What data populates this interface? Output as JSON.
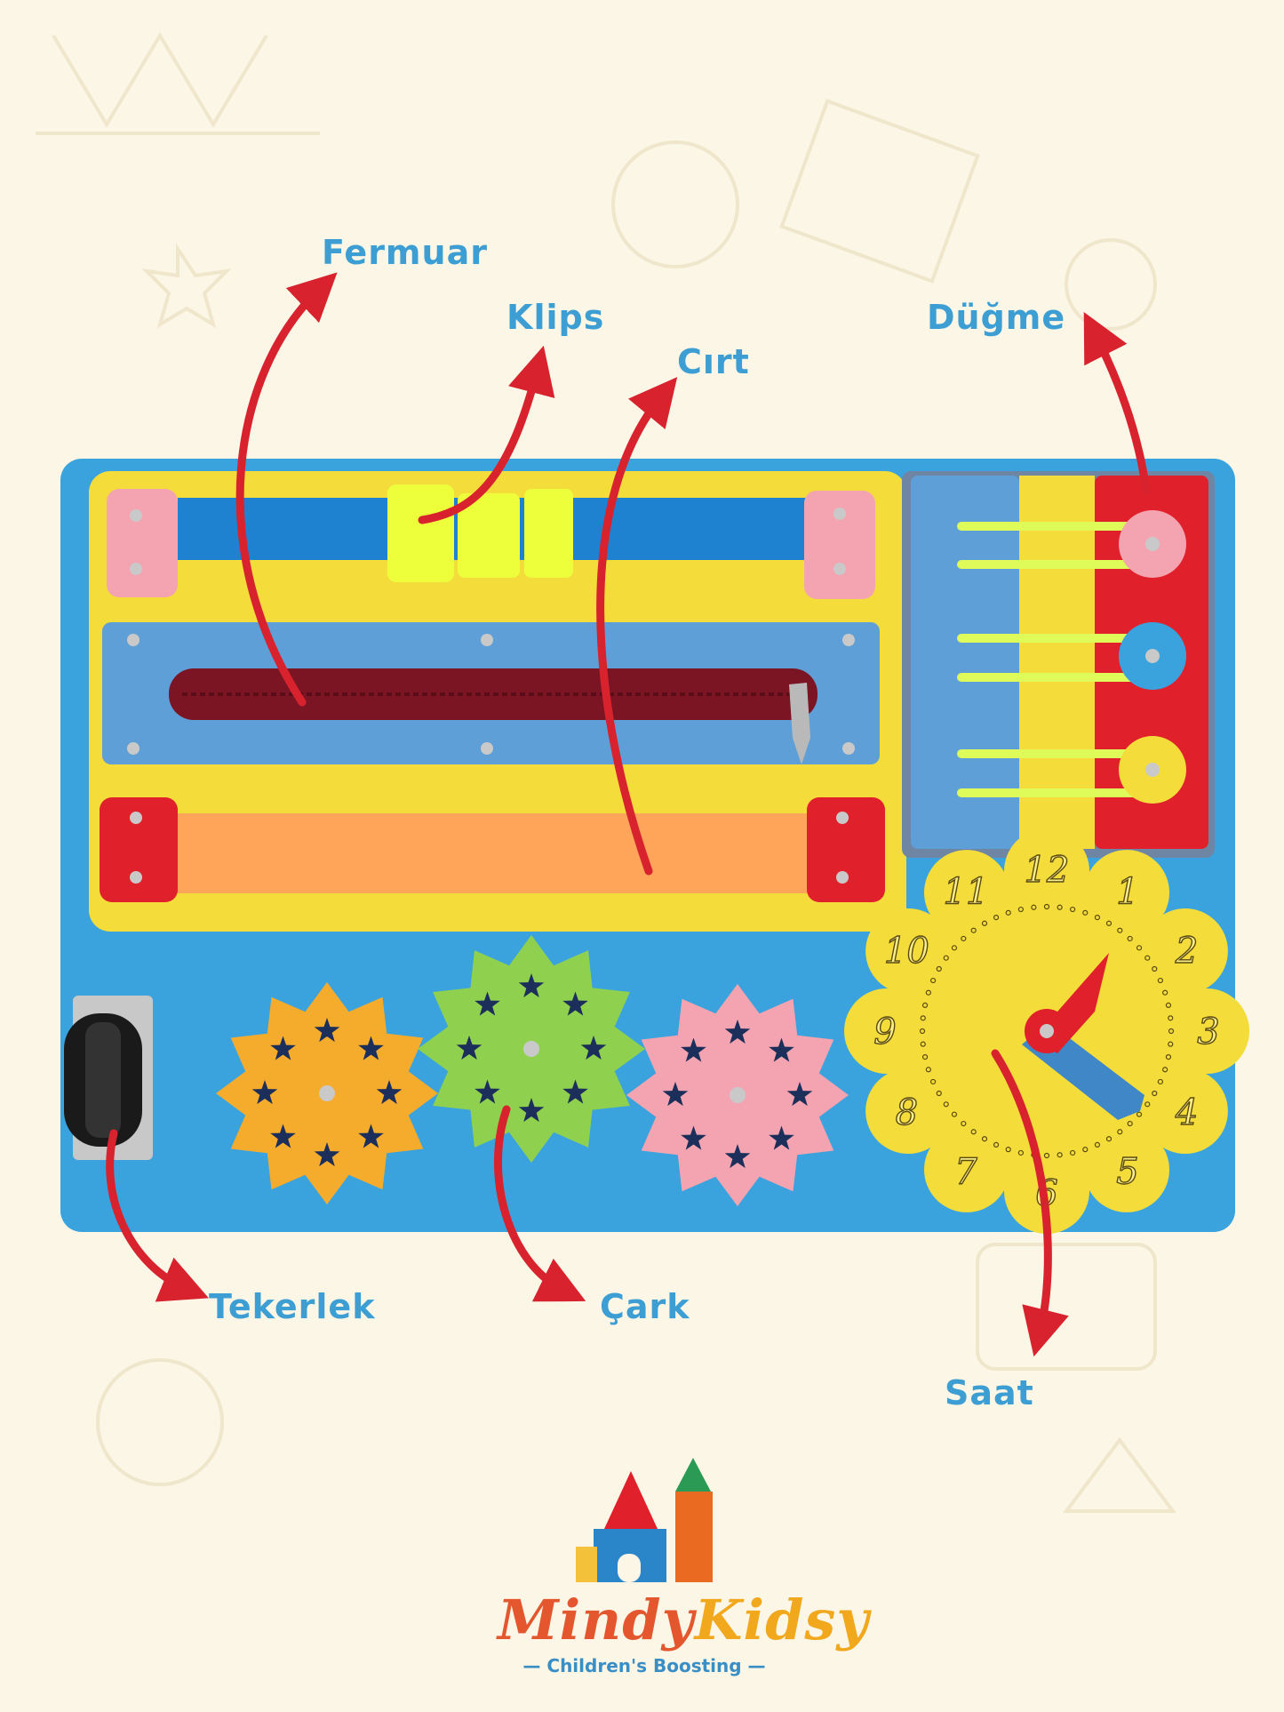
{
  "labels": {
    "fermuar": "Fermuar",
    "klips": "Klips",
    "cirt": "Cırt",
    "dugme": "Düğme",
    "tekerlek": "Tekerlek",
    "cark": "Çark",
    "saat": "Saat"
  },
  "clock_numbers": [
    "12",
    "1",
    "2",
    "3",
    "4",
    "5",
    "6",
    "7",
    "8",
    "9",
    "10",
    "11"
  ],
  "brand": {
    "name_part1": "Mindy",
    "name_part2": "Kidsy",
    "tagline": "Children's Boosting"
  },
  "colors": {
    "background": "#fbf6e6",
    "board": "#3aa3dd",
    "yellow": "#f6df3a",
    "red": "#e0202a",
    "arrow": "#d8232f",
    "label": "#3d9ed3"
  }
}
